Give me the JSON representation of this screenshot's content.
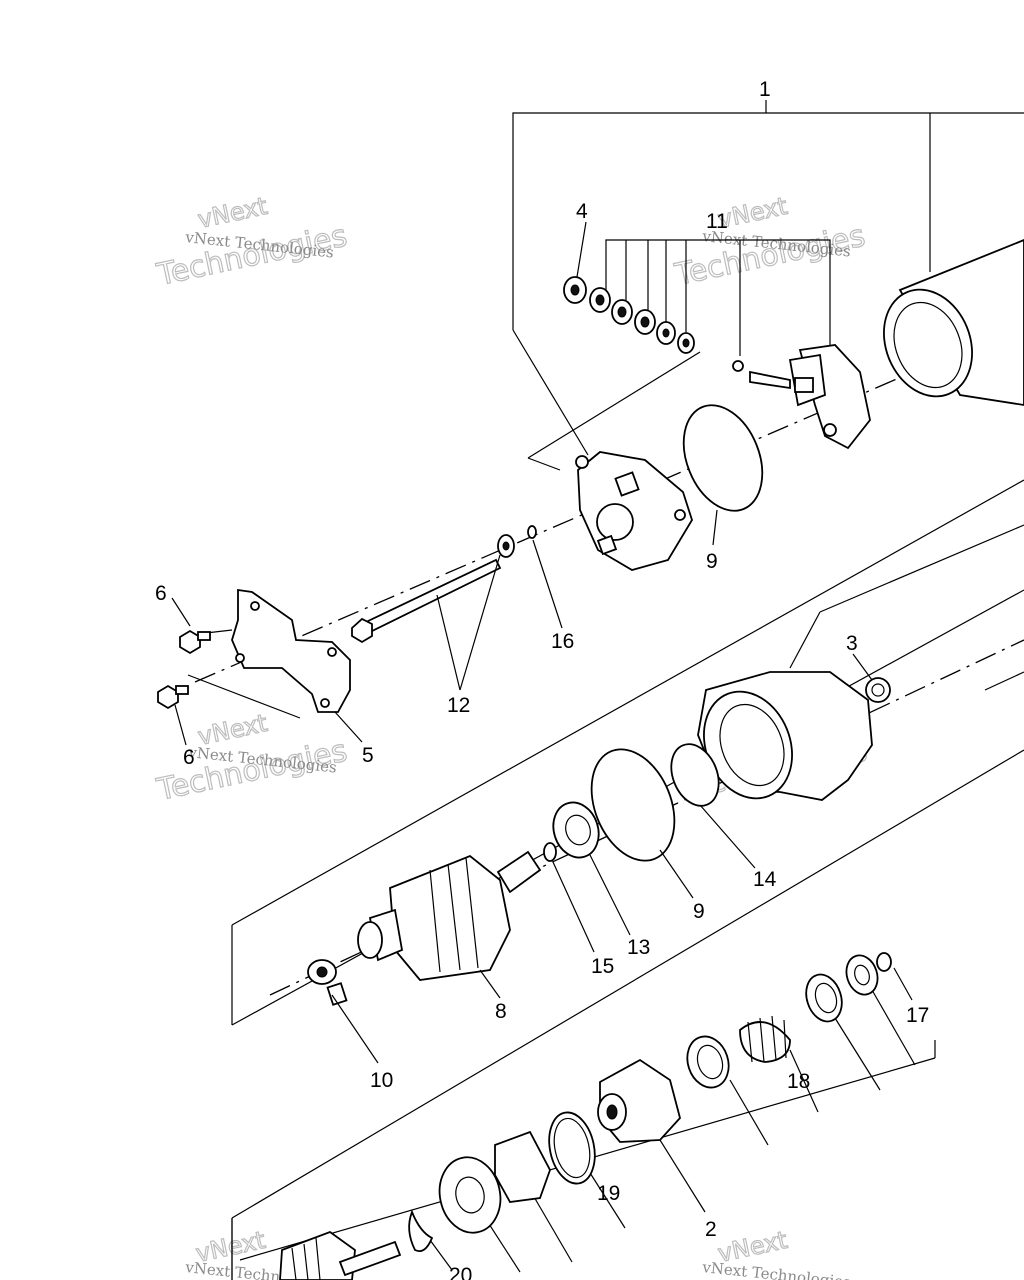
{
  "diagram": {
    "callouts": [
      "1",
      "4",
      "11",
      "9",
      "6",
      "12",
      "16",
      "5",
      "6",
      "3",
      "14",
      "9",
      "13",
      "15",
      "8",
      "10",
      "17",
      "18",
      "19",
      "2",
      "20"
    ]
  },
  "watermark": {
    "small": "vNext Technologies",
    "big_line1": "vNext",
    "big_line2": "Technologies"
  }
}
